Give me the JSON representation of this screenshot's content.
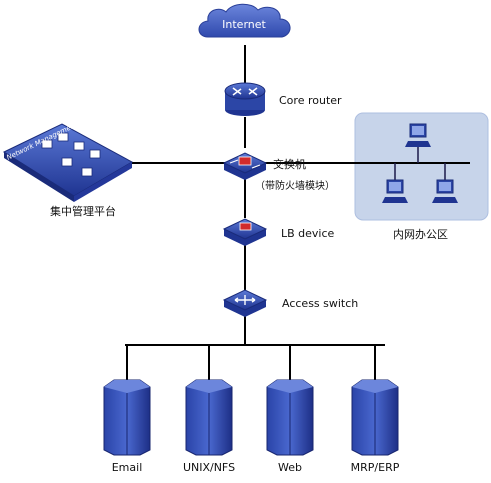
{
  "cloud": {
    "label": "Internet"
  },
  "core_router": {
    "label": "Core router"
  },
  "firewall_switch": {
    "label_line1": "交换机",
    "label_line2": "（带防火墙模块）"
  },
  "management": {
    "label": "集中管理平台",
    "device_text": "Network Management"
  },
  "office_lan": {
    "label": "内网办公区"
  },
  "lb_device": {
    "label": "LB device"
  },
  "access_switch": {
    "label": "Access switch"
  },
  "servers": [
    {
      "label": "Email"
    },
    {
      "label": "UNIX/NFS"
    },
    {
      "label": "Web"
    },
    {
      "label": "MRP/ERP"
    }
  ],
  "colors": {
    "device_blue": "#3b56b8",
    "device_dark": "#1f3491",
    "lan_panel": "#c7d4ea",
    "line": "#000000"
  }
}
